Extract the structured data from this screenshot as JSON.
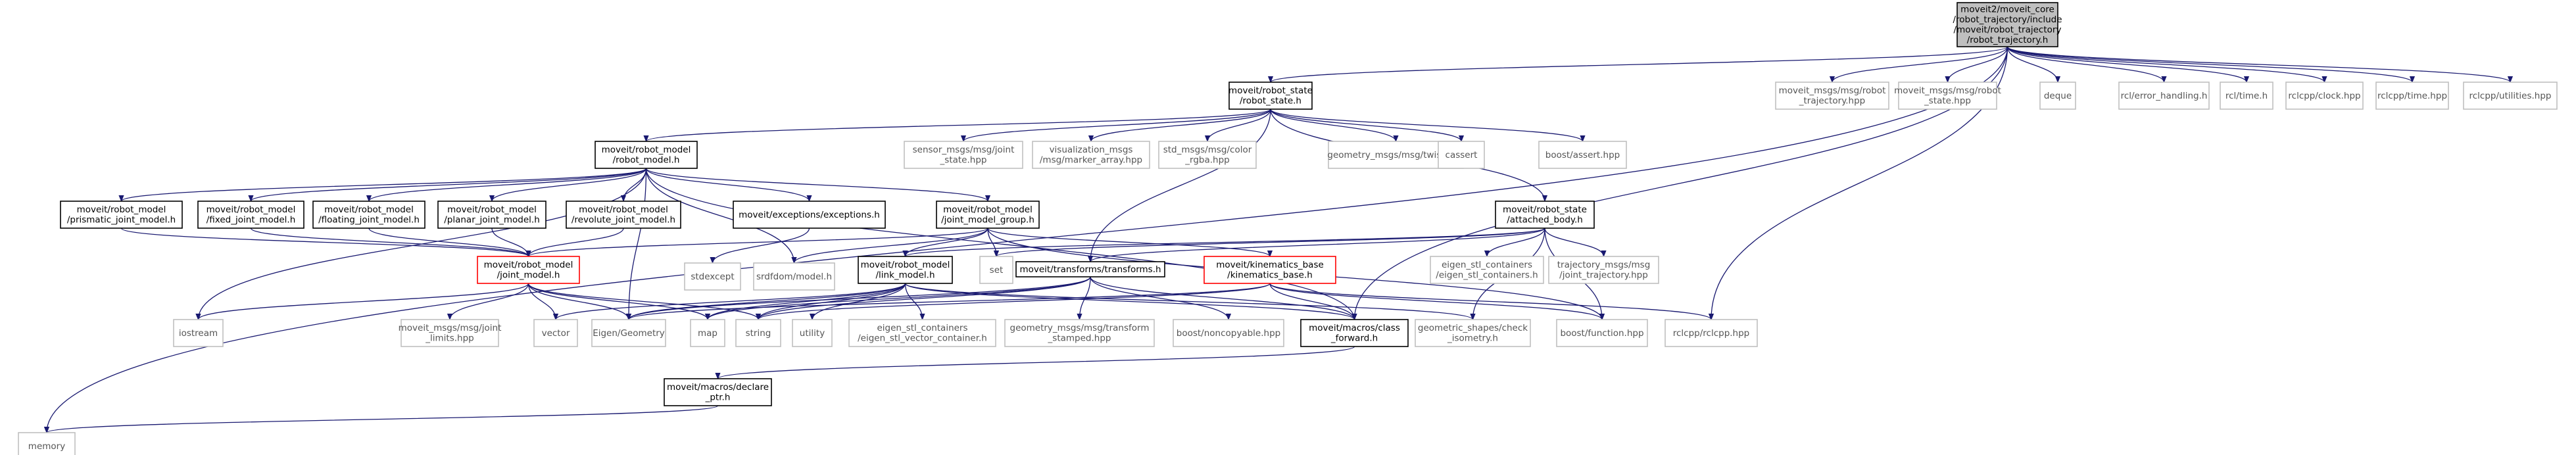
{
  "colors": {
    "edge": "#191970",
    "root_fill": "#bfbfbf",
    "node_border": "#000000",
    "external_border": "#bfbfbf",
    "highlight_border": "#ff0000",
    "background": "#ffffff"
  },
  "nodes": [
    {
      "id": "root",
      "lines": [
        "moveit2/moveit_core",
        "/robot_trajectory/include",
        "/moveit/robot_trajectory",
        "/robot_trajectory.h"
      ],
      "style": "root"
    },
    {
      "id": "robot_state",
      "lines": [
        "moveit/robot_state",
        "/robot_state.h"
      ],
      "style": "normal"
    },
    {
      "id": "moveit_msgs_traj",
      "lines": [
        "moveit_msgs/msg/robot",
        "_trajectory.hpp"
      ],
      "style": "external"
    },
    {
      "id": "moveit_msgs_state",
      "lines": [
        "moveit_msgs/msg/robot",
        "_state.hpp"
      ],
      "style": "external"
    },
    {
      "id": "deque",
      "lines": [
        "deque"
      ],
      "style": "external"
    },
    {
      "id": "rcl_error",
      "lines": [
        "rcl/error_handling.h"
      ],
      "style": "external"
    },
    {
      "id": "rcl_time",
      "lines": [
        "rcl/time.h"
      ],
      "style": "external"
    },
    {
      "id": "rclcpp_clock",
      "lines": [
        "rclcpp/clock.hpp"
      ],
      "style": "external"
    },
    {
      "id": "rclcpp_time",
      "lines": [
        "rclcpp/time.hpp"
      ],
      "style": "external"
    },
    {
      "id": "rclcpp_utilities",
      "lines": [
        "rclcpp/utilities.hpp"
      ],
      "style": "external"
    },
    {
      "id": "robot_model",
      "lines": [
        "moveit/robot_model",
        "/robot_model.h"
      ],
      "style": "normal"
    },
    {
      "id": "sensor_msgs_js",
      "lines": [
        "sensor_msgs/msg/joint",
        "_state.hpp"
      ],
      "style": "external"
    },
    {
      "id": "vis_msgs",
      "lines": [
        "visualization_msgs",
        "/msg/marker_array.hpp"
      ],
      "style": "external"
    },
    {
      "id": "std_msgs_color",
      "lines": [
        "std_msgs/msg/color",
        "_rgba.hpp"
      ],
      "style": "external"
    },
    {
      "id": "geom_twist",
      "lines": [
        "geometry_msgs/msg/twist.hpp"
      ],
      "style": "external"
    },
    {
      "id": "cassert",
      "lines": [
        "cassert"
      ],
      "style": "external"
    },
    {
      "id": "boost_assert",
      "lines": [
        "boost/assert.hpp"
      ],
      "style": "external"
    },
    {
      "id": "attached_body",
      "lines": [
        "moveit/robot_state",
        "/attached_body.h"
      ],
      "style": "normal"
    },
    {
      "id": "prismatic",
      "lines": [
        "moveit/robot_model",
        "/prismatic_joint_model.h"
      ],
      "style": "normal"
    },
    {
      "id": "fixed",
      "lines": [
        "moveit/robot_model",
        "/fixed_joint_model.h"
      ],
      "style": "normal"
    },
    {
      "id": "floating",
      "lines": [
        "moveit/robot_model",
        "/floating_joint_model.h"
      ],
      "style": "normal"
    },
    {
      "id": "planar",
      "lines": [
        "moveit/robot_model",
        "/planar_joint_model.h"
      ],
      "style": "normal"
    },
    {
      "id": "revolute",
      "lines": [
        "moveit/robot_model",
        "/revolute_joint_model.h"
      ],
      "style": "normal"
    },
    {
      "id": "exceptions",
      "lines": [
        "moveit/exceptions/exceptions.h"
      ],
      "style": "normal"
    },
    {
      "id": "jmg",
      "lines": [
        "moveit/robot_model",
        "/joint_model_group.h"
      ],
      "style": "normal"
    },
    {
      "id": "eigen_containers_ab",
      "lines": [
        "eigen_stl_containers",
        "/eigen_stl_containers.h"
      ],
      "style": "external"
    },
    {
      "id": "traj_msgs",
      "lines": [
        "trajectory_msgs/msg",
        "/joint_trajectory.hpp"
      ],
      "style": "external"
    },
    {
      "id": "stdexcept",
      "lines": [
        "stdexcept"
      ],
      "style": "external"
    },
    {
      "id": "srdfdom",
      "lines": [
        "srdfdom/model.h"
      ],
      "style": "external"
    },
    {
      "id": "set",
      "lines": [
        "set"
      ],
      "style": "external"
    },
    {
      "id": "joint_model",
      "lines": [
        "moveit/robot_model",
        "/joint_model.h"
      ],
      "style": "highlight"
    },
    {
      "id": "link_model",
      "lines": [
        "moveit/robot_model",
        "/link_model.h"
      ],
      "style": "normal"
    },
    {
      "id": "transforms",
      "lines": [
        "moveit/transforms/transforms.h"
      ],
      "style": "normal"
    },
    {
      "id": "kinematics",
      "lines": [
        "moveit/kinematics_base",
        "/kinematics_base.h"
      ],
      "style": "highlight"
    },
    {
      "id": "iostream",
      "lines": [
        "iostream"
      ],
      "style": "external"
    },
    {
      "id": "jl_msgs",
      "lines": [
        "moveit_msgs/msg/joint",
        "_limits.hpp"
      ],
      "style": "external"
    },
    {
      "id": "vector",
      "lines": [
        "vector"
      ],
      "style": "external"
    },
    {
      "id": "eigen_geom",
      "lines": [
        "Eigen/Geometry"
      ],
      "style": "external"
    },
    {
      "id": "map",
      "lines": [
        "map"
      ],
      "style": "external"
    },
    {
      "id": "string",
      "lines": [
        "string"
      ],
      "style": "external"
    },
    {
      "id": "utility",
      "lines": [
        "utility"
      ],
      "style": "external"
    },
    {
      "id": "eigen_vec",
      "lines": [
        "eigen_stl_containers",
        "/eigen_stl_vector_container.h"
      ],
      "style": "external"
    },
    {
      "id": "geom_tf",
      "lines": [
        "geometry_msgs/msg/transform",
        "_stamped.hpp"
      ],
      "style": "external"
    },
    {
      "id": "boost_nc",
      "lines": [
        "boost/noncopyable.hpp"
      ],
      "style": "external"
    },
    {
      "id": "class_fwd",
      "lines": [
        "moveit/macros/class",
        "_forward.h"
      ],
      "style": "normal"
    },
    {
      "id": "geo_shapes",
      "lines": [
        "geometric_shapes/check",
        "_isometry.h"
      ],
      "style": "external"
    },
    {
      "id": "boost_fn",
      "lines": [
        "boost/function.hpp"
      ],
      "style": "external"
    },
    {
      "id": "rclcpp",
      "lines": [
        "rclcpp/rclcpp.hpp"
      ],
      "style": "external"
    },
    {
      "id": "declare_ptr",
      "lines": [
        "moveit/macros/declare",
        "_ptr.h"
      ],
      "style": "normal"
    },
    {
      "id": "memory",
      "lines": [
        "memory"
      ],
      "style": "external"
    }
  ],
  "edges": [
    [
      "root",
      "robot_state"
    ],
    [
      "root",
      "moveit_msgs_traj"
    ],
    [
      "root",
      "moveit_msgs_state"
    ],
    [
      "root",
      "deque"
    ],
    [
      "root",
      "rcl_error"
    ],
    [
      "root",
      "rcl_time"
    ],
    [
      "root",
      "rclcpp_clock"
    ],
    [
      "root",
      "rclcpp_time"
    ],
    [
      "root",
      "rclcpp_utilities"
    ],
    [
      "root",
      "memory"
    ],
    [
      "root",
      "class_fwd"
    ],
    [
      "root",
      "rclcpp"
    ],
    [
      "robot_state",
      "robot_model"
    ],
    [
      "robot_state",
      "sensor_msgs_js"
    ],
    [
      "robot_state",
      "vis_msgs"
    ],
    [
      "robot_state",
      "std_msgs_color"
    ],
    [
      "robot_state",
      "geom_twist"
    ],
    [
      "robot_state",
      "cassert"
    ],
    [
      "robot_state",
      "boost_assert"
    ],
    [
      "robot_state",
      "attached_body"
    ],
    [
      "robot_state",
      "transforms"
    ],
    [
      "robot_model",
      "prismatic"
    ],
    [
      "robot_model",
      "fixed"
    ],
    [
      "robot_model",
      "floating"
    ],
    [
      "robot_model",
      "planar"
    ],
    [
      "robot_model",
      "revolute"
    ],
    [
      "robot_model",
      "exceptions"
    ],
    [
      "robot_model",
      "jmg"
    ],
    [
      "robot_model",
      "iostream"
    ],
    [
      "robot_model",
      "eigen_geom"
    ],
    [
      "robot_model",
      "srdfdom"
    ],
    [
      "robot_model",
      "class_fwd"
    ],
    [
      "prismatic",
      "joint_model"
    ],
    [
      "fixed",
      "joint_model"
    ],
    [
      "floating",
      "joint_model"
    ],
    [
      "planar",
      "joint_model"
    ],
    [
      "revolute",
      "joint_model"
    ],
    [
      "exceptions",
      "stdexcept"
    ],
    [
      "jmg",
      "joint_model"
    ],
    [
      "jmg",
      "link_model"
    ],
    [
      "jmg",
      "kinematics"
    ],
    [
      "jmg",
      "set"
    ],
    [
      "jmg",
      "srdfdom"
    ],
    [
      "jmg",
      "boost_fn"
    ],
    [
      "attached_body",
      "link_model"
    ],
    [
      "attached_body",
      "transforms"
    ],
    [
      "attached_body",
      "eigen_containers_ab"
    ],
    [
      "attached_body",
      "traj_msgs"
    ],
    [
      "attached_body",
      "set"
    ],
    [
      "attached_body",
      "boost_fn"
    ],
    [
      "attached_body",
      "geo_shapes"
    ],
    [
      "joint_model",
      "iostream"
    ],
    [
      "joint_model",
      "jl_msgs"
    ],
    [
      "joint_model",
      "vector"
    ],
    [
      "joint_model",
      "eigen_geom"
    ],
    [
      "joint_model",
      "map"
    ],
    [
      "joint_model",
      "string"
    ],
    [
      "link_model",
      "vector"
    ],
    [
      "link_model",
      "eigen_geom"
    ],
    [
      "link_model",
      "map"
    ],
    [
      "link_model",
      "string"
    ],
    [
      "link_model",
      "utility"
    ],
    [
      "link_model",
      "eigen_vec"
    ],
    [
      "link_model",
      "geo_shapes"
    ],
    [
      "link_model",
      "class_fwd"
    ],
    [
      "transforms",
      "geom_tf"
    ],
    [
      "transforms",
      "boost_nc"
    ],
    [
      "transforms",
      "eigen_geom"
    ],
    [
      "transforms",
      "map"
    ],
    [
      "transforms",
      "string"
    ],
    [
      "transforms",
      "class_fwd"
    ],
    [
      "kinematics",
      "class_fwd"
    ],
    [
      "kinematics",
      "eigen_geom"
    ],
    [
      "kinematics",
      "boost_fn"
    ],
    [
      "kinematics",
      "string"
    ],
    [
      "kinematics",
      "rclcpp"
    ],
    [
      "class_fwd",
      "declare_ptr"
    ],
    [
      "declare_ptr",
      "memory"
    ]
  ]
}
